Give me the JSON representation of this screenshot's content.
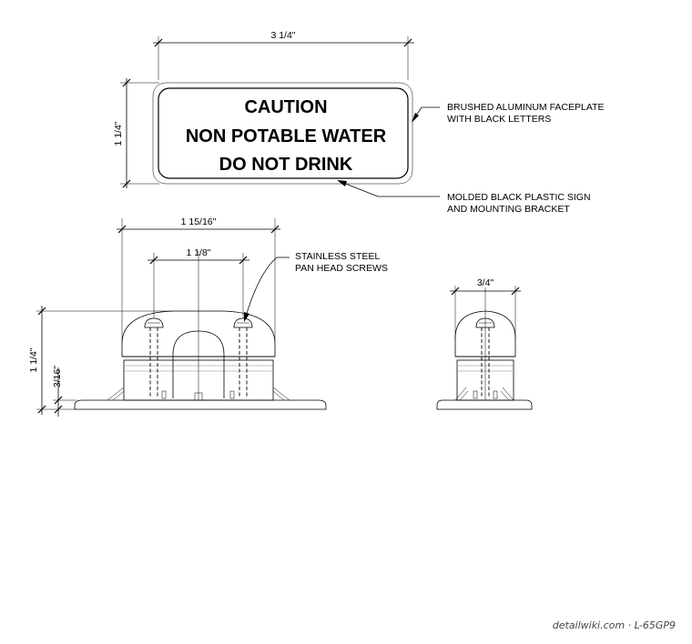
{
  "sign": {
    "line1": "CAUTION",
    "line2": "NON POTABLE WATER",
    "line3": "DO NOT DRINK"
  },
  "dimensions": {
    "sign_width": "3 1/4\"",
    "sign_height": "1 1/4\"",
    "bracket_width": "1 15/16\"",
    "screw_spacing": "1 1/8\"",
    "bracket_height": "1 1/4\"",
    "base_thickness": "3/16\"",
    "side_width": "3/4\""
  },
  "notes": {
    "faceplate_line1": "BRUSHED ALUMINUM FACEPLATE",
    "faceplate_line2": "WITH BLACK LETTERS",
    "bracket_line1": "MOLDED BLACK PLASTIC SIGN",
    "bracket_line2": "AND MOUNTING BRACKET",
    "screws_line1": "STAINLESS STEEL",
    "screws_line2": "PAN HEAD SCREWS"
  },
  "watermark": "detailwiki.com · L-65GP9"
}
